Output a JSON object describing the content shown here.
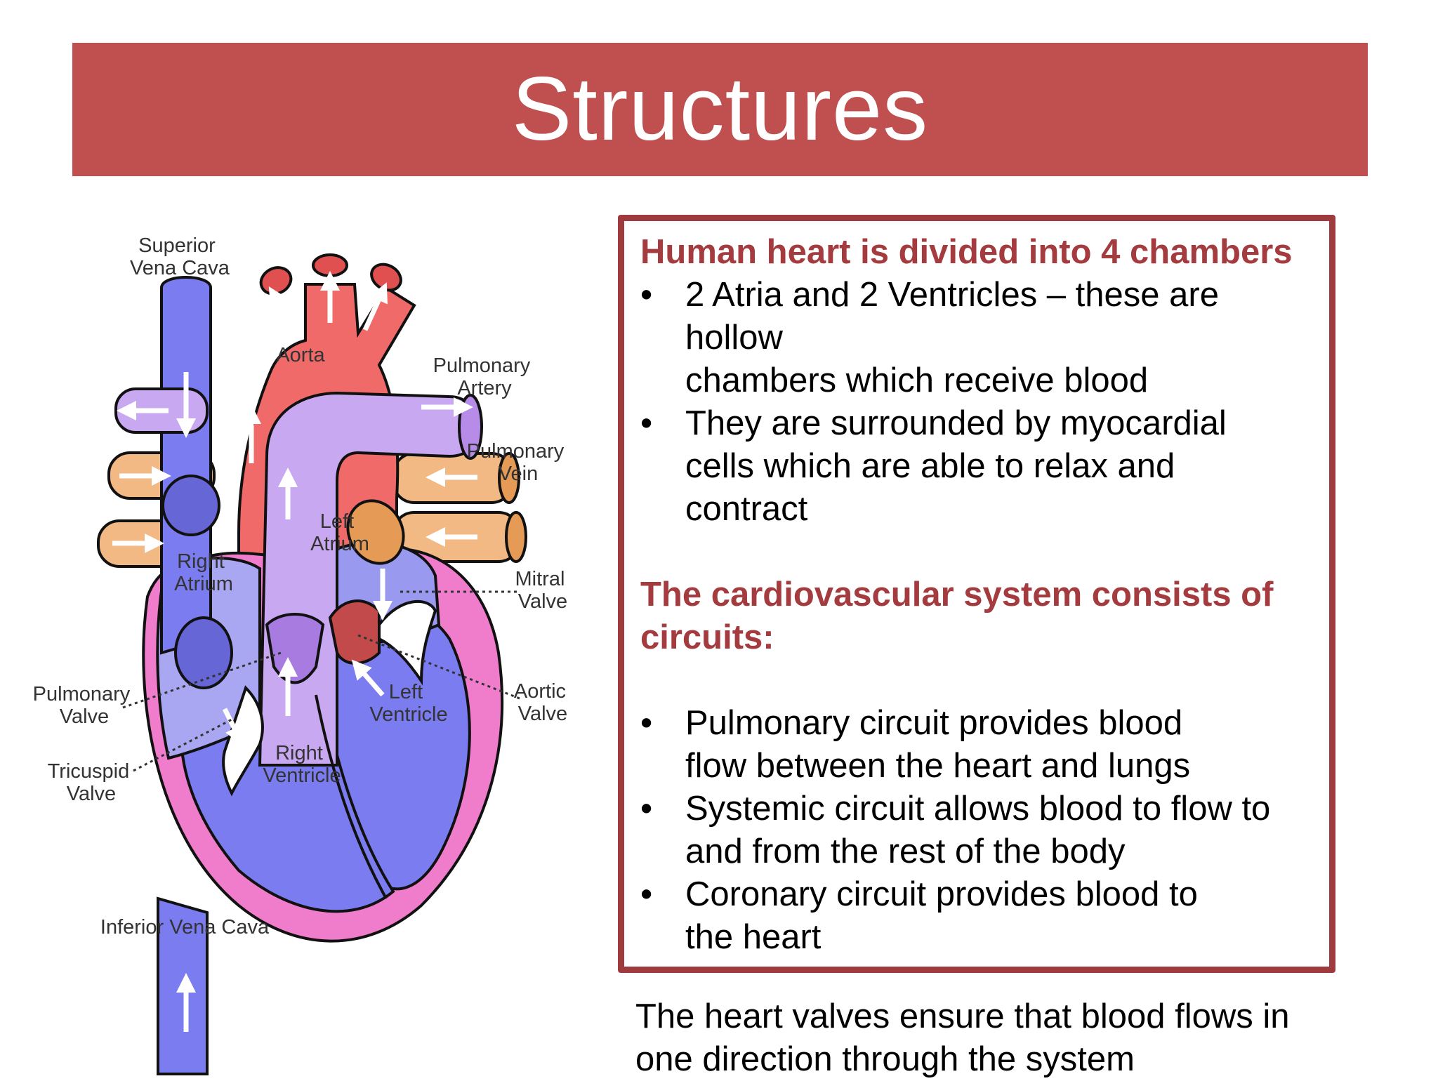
{
  "title": "Structures",
  "diagram": {
    "labels": {
      "superior_vena_cava": [
        "Superior",
        "Vena Cava"
      ],
      "aorta": "Aorta",
      "pulmonary_artery": [
        "Pulmonary",
        "Artery"
      ],
      "pulmonary_vein": [
        "Pulmonary",
        "Vein"
      ],
      "left_atrium": [
        "Left",
        "Atrium"
      ],
      "right_atrium": [
        "Right",
        "Atrium"
      ],
      "mitral_valve": [
        "Mitral",
        "Valve"
      ],
      "aortic_valve": [
        "Aortic",
        "Valve"
      ],
      "pulmonary_valve": [
        "Pulmonary",
        "Valve"
      ],
      "tricuspid_valve": [
        "Tricuspid",
        "Valve"
      ],
      "left_ventricle": [
        "Left",
        "Ventricle"
      ],
      "right_ventricle": [
        "Right",
        "Ventricle"
      ],
      "inferior_vena_cava": "Inferior Vena Cava"
    },
    "colors": {
      "deoxygenated": "#7b7cf0",
      "oxygenated": "#f06a6a",
      "pulmonary_artery": "#c9a8f2",
      "pulmonary_vein": "#f2b985",
      "myocardium": "#f07ccc",
      "outline": "#111111"
    }
  },
  "box": {
    "heading1": "Human heart is divided into 4 chambers",
    "bullets1": [
      "2 Atria and 2 Ventricles – these are\nhollow\nchambers which receive blood",
      "They are surrounded by myocardial\ncells  which are able to relax and\ncontract"
    ],
    "heading2": "The cardiovascular system consists of circuits:",
    "bullets2": [
      "Pulmonary circuit provides blood\nflow  between the heart and lungs",
      "Systemic circuit allows blood to flow to\nand  from the rest of the body",
      "Coronary circuit provides blood to\nthe  heart"
    ]
  },
  "footer": "The heart valves ensure that blood flows in\none direction through the system",
  "colors": {
    "title_bar": "#c04f4f",
    "accent": "#a43b3f",
    "box_border": "#9f3a3e"
  }
}
